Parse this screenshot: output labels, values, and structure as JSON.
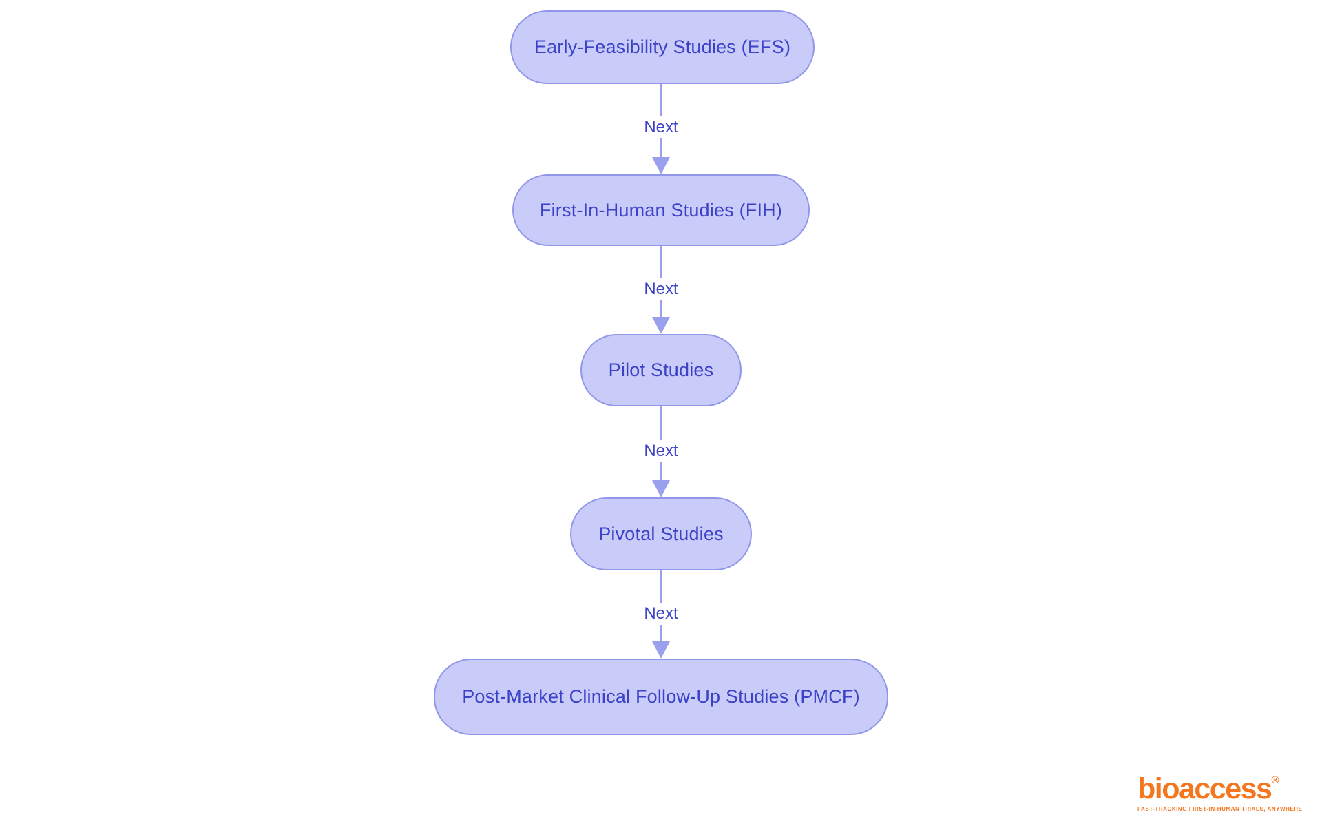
{
  "diagram": {
    "type": "flowchart",
    "direction": "top-to-bottom",
    "background_color": "#ffffff",
    "node_fill_color": "#c9cbf9",
    "node_border_color": "#9197e8",
    "node_text_color": "#3c42c6",
    "arrow_color": "#9aa0ee",
    "nodes": [
      {
        "id": "efs",
        "label": "Early-Feasibility Studies (EFS)"
      },
      {
        "id": "fih",
        "label": "First-In-Human Studies (FIH)"
      },
      {
        "id": "pilot",
        "label": "Pilot Studies"
      },
      {
        "id": "pivotal",
        "label": "Pivotal Studies"
      },
      {
        "id": "pmcf",
        "label": "Post-Market Clinical Follow-Up Studies (PMCF)"
      }
    ],
    "edges": [
      {
        "from": "efs",
        "to": "fih",
        "label": "Next"
      },
      {
        "from": "fih",
        "to": "pilot",
        "label": "Next"
      },
      {
        "from": "pilot",
        "to": "pivotal",
        "label": "Next"
      },
      {
        "from": "pivotal",
        "to": "pmcf",
        "label": "Next"
      }
    ]
  },
  "logo": {
    "brand": "bioaccess",
    "registered_mark": "®",
    "tagline": "FAST-TRACKING FIRST-IN-HUMAN TRIALS, ANYWHERE",
    "color": "#f4771f"
  }
}
